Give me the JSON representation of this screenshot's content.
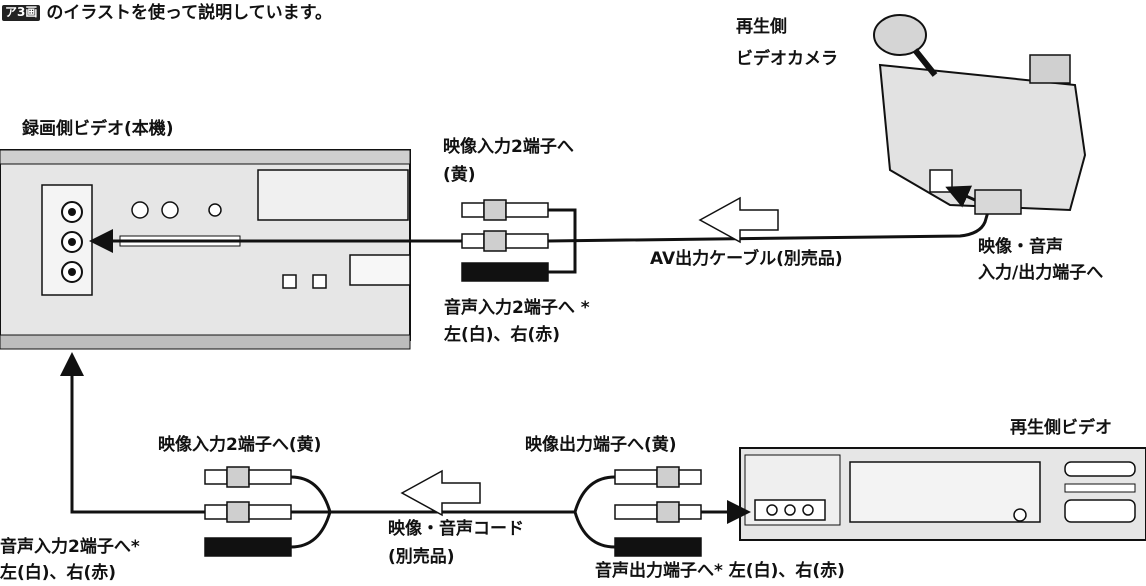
{
  "intro": {
    "badge": "ア3画",
    "text": "のイラストを使って説明しています。"
  },
  "recorder": {
    "label": "録画側ビデオ(本機)"
  },
  "camera": {
    "label_line1": "再生側",
    "label_line2": "ビデオカメラ"
  },
  "camera_connection": {
    "video_in_line1": "映像入力2端子へ",
    "video_in_line2": "(黄)",
    "cable_label": "AV出力ケーブル(別売品)",
    "audio_in_line1": "音声入力2端子へ *",
    "audio_in_line2": "左(白)、右(赤)",
    "camera_jack_line1": "映像・音声",
    "camera_jack_line2": "入力/出力端子へ"
  },
  "player": {
    "label": "再生側ビデオ"
  },
  "vcr_connection": {
    "video_in": "映像入力2端子へ(黄)",
    "audio_in_line1": "音声入力2端子へ*",
    "audio_in_line2": "左(白)、右(赤)",
    "cord_line1": "映像・音声コード",
    "cord_line2": "(別売品)",
    "video_out": "映像出力端子へ(黄)",
    "audio_out": "音声出力端子へ* 左(白)、右(赤)"
  },
  "colors": {
    "line": "#111111",
    "device_fill": "#e6e6e6",
    "device_shade": "#cfcfcf"
  }
}
